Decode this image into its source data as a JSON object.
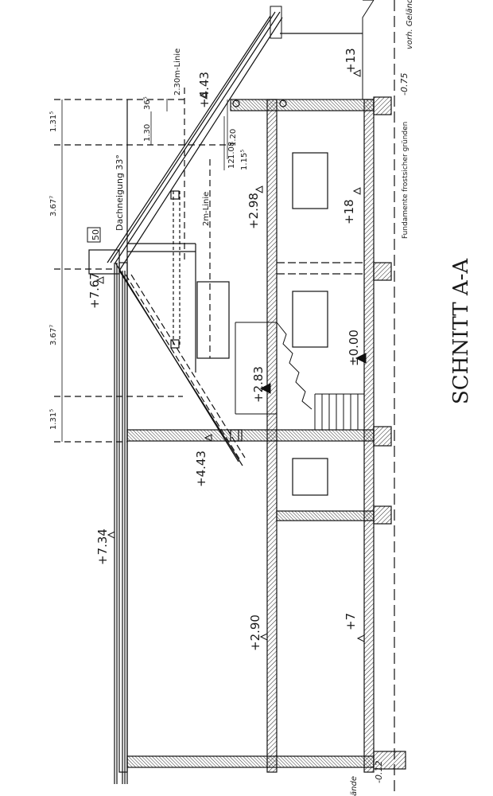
{
  "title": "SCHNITT A-A",
  "roof": {
    "pitch": "Dachneigung 33°",
    "ridge_box": "50"
  },
  "lines": {
    "line_230": "2.30m-Linie",
    "line_2m": "2m-Linie"
  },
  "ground": {
    "existing_ground_top": "vorh. Geländ",
    "existing_ground_bottom": "ände",
    "foundation_note": "Fundamente frostsicher gründen"
  },
  "levels": {
    "eave_top": "+4.43",
    "eave_bottom": "+4.43",
    "ridge": "+7.67",
    "upper_floor": "+2.98",
    "upper_floor_left": "+2.83",
    "ground_floor": "±0.00",
    "right_plus13": "+13",
    "right_plus18": "+18",
    "right_plus7": "+7",
    "garage_top": "+7.34",
    "garage_floor": "+2.90",
    "terrain_top": "-0.75",
    "terrain_bottom": "-0.12"
  },
  "dimensions": {
    "d1": "1.31⁵",
    "d2": "3.67⁷",
    "d3": "3.67⁷",
    "d4": "1.31⁵",
    "h130": "1.30",
    "h365": "36⁵",
    "h120": "1.20",
    "h108": "1.08",
    "h12": "12",
    "h115": "1.15⁵"
  }
}
